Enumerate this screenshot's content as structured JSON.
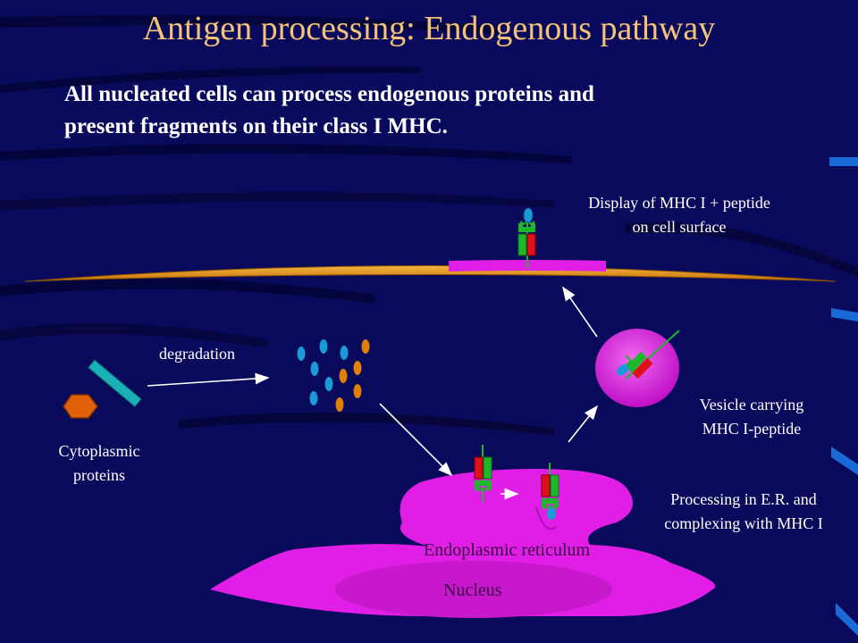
{
  "slide": {
    "title": "Antigen processing: Endogenous pathway",
    "subtitle_line1": "All nucleated cells can process endogenous proteins and",
    "subtitle_line2": "present fragments on their class I MHC."
  },
  "labels": {
    "display_line1": "Display of MHC I + peptide",
    "display_line2": "on cell surface",
    "degradation": "degradation",
    "vesicle_line1": "Vesicle carrying",
    "vesicle_line2": "MHC I-peptide",
    "cytoplasmic_line1": "Cytoplasmic",
    "cytoplasmic_line2": "proteins",
    "processing_line1": "Processing in E.R. and",
    "processing_line2": "complexing with MHC I",
    "er": "Endoplasmic reticulum",
    "nucleus": "Nucleus"
  },
  "colors": {
    "background": "#0a0a5c",
    "title": "#f5c27a",
    "membrane": "#e8950a",
    "er": "#e01ee6",
    "mhc_red": "#e0101a",
    "mhc_green": "#1cb82a",
    "peptide_teal": "#1a9ad6",
    "peptide_orange": "#e0800a"
  }
}
